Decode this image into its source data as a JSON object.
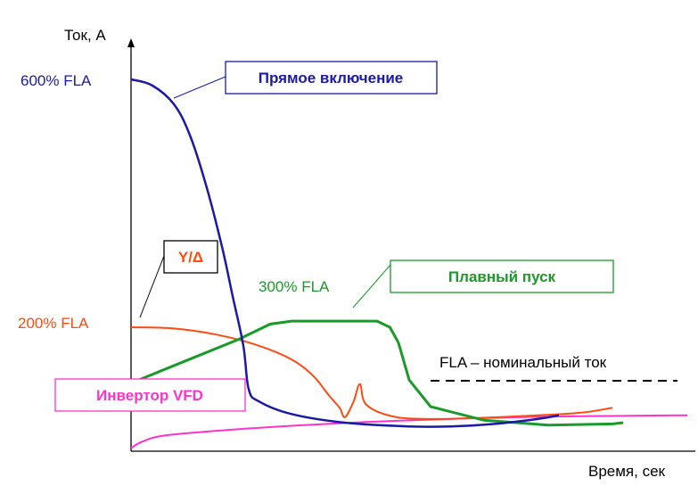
{
  "chart_data": {
    "type": "line",
    "xlabel": "Время, сек",
    "ylabel": "Ток, А",
    "reference_line": {
      "label": "FLA – номинальный ток",
      "y": 100,
      "style": "dashed"
    },
    "annotations": [
      {
        "text": "600% FLA",
        "y": 600,
        "color": "#1a1aa6"
      },
      {
        "text": "200% FLA",
        "y": 200,
        "color": "#ff4a12"
      },
      {
        "text": "300% FLA",
        "y": 300,
        "color": "#1a9a2a"
      }
    ],
    "series": [
      {
        "name": "Прямое включение",
        "color": "#1a1aa6",
        "points": [
          [
            0,
            600
          ],
          [
            0.2,
            590
          ],
          [
            0.4,
            560
          ],
          [
            0.55,
            510
          ],
          [
            0.7,
            430
          ],
          [
            0.85,
            330
          ],
          [
            0.95,
            250
          ],
          [
            1.05,
            170
          ],
          [
            1.1,
            100
          ],
          [
            1.2,
            80
          ],
          [
            1.5,
            60
          ],
          [
            2.0,
            46
          ],
          [
            2.6,
            40
          ],
          [
            3.0,
            40
          ],
          [
            3.4,
            44
          ],
          [
            3.8,
            52
          ],
          [
            4.0,
            58
          ]
        ]
      },
      {
        "name": "Y/Δ",
        "color": "#ff4a12",
        "points": [
          [
            0,
            200
          ],
          [
            0.4,
            198
          ],
          [
            0.8,
            188
          ],
          [
            1.2,
            170
          ],
          [
            1.5,
            148
          ],
          [
            1.7,
            122
          ],
          [
            1.85,
            90
          ],
          [
            1.95,
            70
          ],
          [
            2.0,
            55
          ],
          [
            2.08,
            80
          ],
          [
            2.14,
            108
          ],
          [
            2.2,
            75
          ],
          [
            2.45,
            56
          ],
          [
            2.8,
            52
          ],
          [
            3.3,
            54
          ],
          [
            3.8,
            58
          ],
          [
            4.2,
            62
          ],
          [
            4.5,
            70
          ]
        ]
      },
      {
        "name": "Плавный пуск",
        "color": "#1a9a2a",
        "points": [
          [
            0,
            110
          ],
          [
            0.5,
            145
          ],
          [
            1.0,
            180
          ],
          [
            1.3,
            205
          ],
          [
            1.5,
            210
          ],
          [
            1.7,
            210
          ],
          [
            1.9,
            210
          ],
          [
            2.15,
            210
          ],
          [
            2.3,
            210
          ],
          [
            2.42,
            200
          ],
          [
            2.5,
            175
          ],
          [
            2.6,
            115
          ],
          [
            2.8,
            72
          ],
          [
            3.3,
            50
          ],
          [
            3.9,
            42
          ],
          [
            4.5,
            44
          ],
          [
            4.6,
            46
          ]
        ]
      },
      {
        "name": "Инвертор VFD",
        "color": "#ff33cc",
        "points": [
          [
            0,
            5
          ],
          [
            0.1,
            15
          ],
          [
            0.3,
            25
          ],
          [
            0.8,
            33
          ],
          [
            1.5,
            41
          ],
          [
            2.2,
            47
          ],
          [
            2.8,
            51
          ],
          [
            3.4,
            54
          ],
          [
            4.0,
            56
          ],
          [
            4.6,
            57
          ],
          [
            5.2,
            58
          ]
        ]
      }
    ],
    "legend_boxes": [
      {
        "text": "Прямое включение",
        "color": "#1a1aa6"
      },
      {
        "text": "Y/Δ",
        "color": "#ff4a12"
      },
      {
        "text": "Плавный пуск",
        "color": "#1a9a2a"
      },
      {
        "text": "Инвертор VFD",
        "color": "#ff33cc"
      }
    ]
  }
}
